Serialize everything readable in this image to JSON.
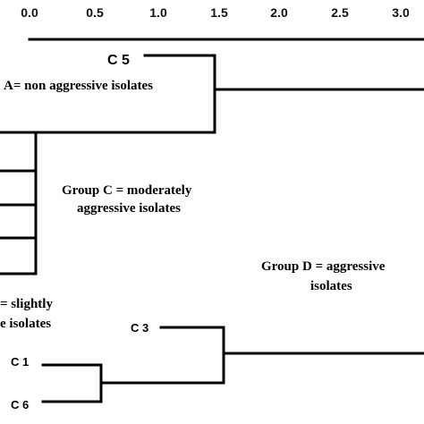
{
  "scale": {
    "ticks": [
      "0.0",
      "0.5",
      "1.0",
      "1.5",
      "2.0",
      "2.5",
      "3.0"
    ]
  },
  "leaves": {
    "c5": "C 5",
    "c3": "C 3",
    "c1": "C 1",
    "c6": "C 6"
  },
  "groups": {
    "a": "A= non aggressive isolates",
    "c_line1": "Group C = moderately",
    "c_line2": "aggressive isolates",
    "b_line1": "= slightly",
    "b_line2": "e isolates",
    "d_line1": "Group D = aggressive",
    "d_line2": "isolates"
  }
}
